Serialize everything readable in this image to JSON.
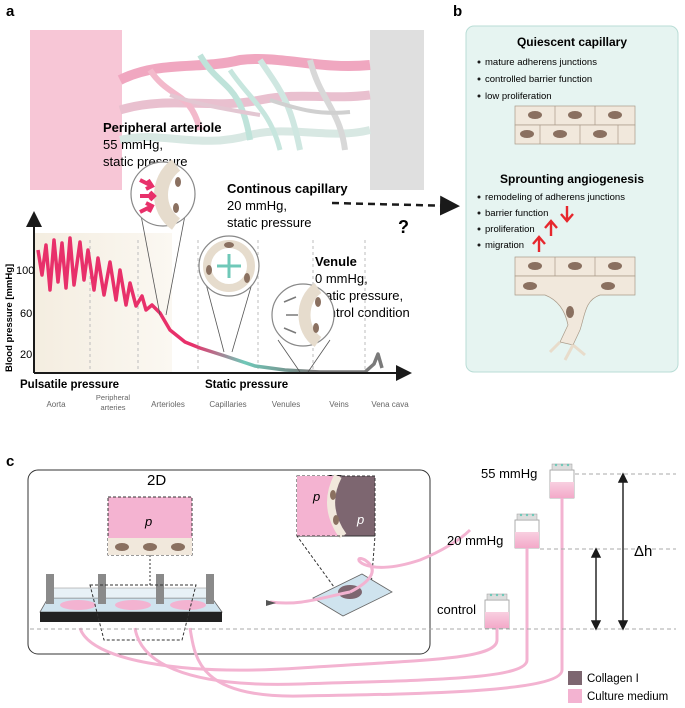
{
  "panels": {
    "a": "a",
    "b": "b",
    "c": "c"
  },
  "panel_a": {
    "arteriole_title": "Peripheral arteriole",
    "arteriole_l1": "55 mmHg,",
    "arteriole_l2": "static pressure",
    "capillary_title": "Continous capillary",
    "capillary_l1": "20 mmHg,",
    "capillary_l2": "static pressure",
    "venule_title": "Venule",
    "venule_l1": "0 mmHg,",
    "venule_l2": "static pressure,",
    "venule_l3": "control condition",
    "question": "?",
    "ylabel": "Blood pressure [mmHg]",
    "yticks": [
      "100",
      "60",
      "20"
    ],
    "pulsatile": "Pulsatile pressure",
    "static": "Static pressure",
    "vessels": [
      "Aorta",
      "Peripheral",
      "arteries",
      "Arterioles",
      "Capillaries",
      "Venules",
      "Veins",
      "Vena cava"
    ]
  },
  "panel_b": {
    "q_title": "Quiescent capillary",
    "q_items": [
      "mature adherens junctions",
      "controlled barrier function",
      "low proliferation"
    ],
    "s_title": "Sprounting angiogenesis",
    "s_items": [
      "remodeling of adherens junctions",
      "barrier function",
      "proliferation",
      "migration"
    ]
  },
  "panel_c": {
    "label_2d": "2D",
    "label_3d": "3D",
    "p": "p",
    "p55": "55 mmHg",
    "p20": "20 mmHg",
    "control": "control",
    "dh": "Δh",
    "legend": [
      "Collagen I",
      "Culture medium"
    ]
  },
  "colors": {
    "pink": "#e8306a",
    "teal": "#6fc8b8",
    "grey": "#7a7a7a",
    "panel_b_bg": "#e6f4f1",
    "medium": "#f3b3d1",
    "collagen": "#7d6670"
  }
}
